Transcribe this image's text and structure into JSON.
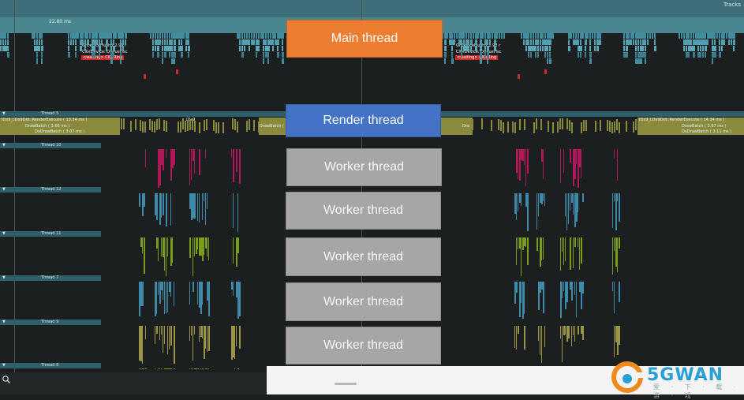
{
  "header": {
    "tracks_label": "Tracks",
    "time_label": "22.80 ms"
  },
  "main_track": {
    "captions_left": [
      "GrDeviceFlush ( 2.99 r",
      "ClGrDevice::QueueFlsc",
      "<waiting> ClGrRing"
    ],
    "captions_right": [
      "GrDeviceFlush ( 2.92 r",
      "ClGrDevice::QueueFlsc",
      "<waiting> ClGrRing"
    ]
  },
  "render_track": {
    "header": "Thread 5",
    "captions": [
      "IDx9_LDx9Ddi::RenderExecute ( 13.34 ms )",
      "DrawBatch ( 3.66 ms )",
      "DxDrawBatch ( 3.07 ms )",
      "IDx9",
      "DrawBatch (",
      "Dra",
      "IDx9_LDx9Ddi::RenderExecute ( 14.34 ms )",
      "DrawBatch ( 3.67 ms )",
      "DxDrawBatch ( 3.11 ms )"
    ]
  },
  "worker_tracks": [
    {
      "label": "Thread 10",
      "color": "#b0185a"
    },
    {
      "label": "Thread 12",
      "color": "#3f8aa8"
    },
    {
      "label": "Thread 11",
      "color": "#7a9e1c"
    },
    {
      "label": "Thread 7",
      "color": "#3f8aa8"
    },
    {
      "label": "Thread 9",
      "color": "#9b9545"
    },
    {
      "label": "Thread 8",
      "color": "#7a9e1c"
    }
  ],
  "overlays": {
    "main": "Main thread",
    "render": "Render thread",
    "workers": [
      "Worker thread",
      "Worker thread",
      "Worker thread",
      "Worker thread",
      "Worker thread"
    ]
  },
  "watermark": {
    "text": "5GWAN",
    "sub": "爱 · 下 · 载 · 游 · 戏"
  },
  "colors": {
    "main_accent": "#ed7d31",
    "render_accent": "#4472c4",
    "worker_box": "#a6a6a6",
    "render_track": "#8a8a3c"
  }
}
